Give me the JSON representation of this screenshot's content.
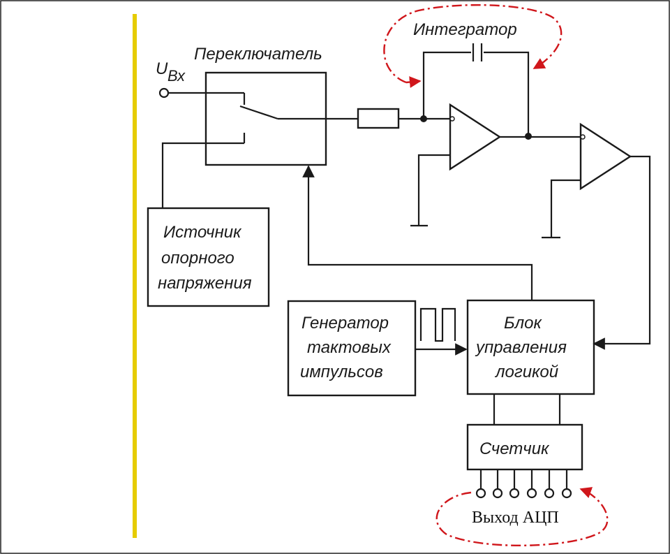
{
  "labels": {
    "input_sub": "Вх",
    "switch": "Переключатель",
    "integrator": "Интегратор",
    "reference_line1": "Источник",
    "reference_line2": "опорного",
    "reference_line3": "напряжения",
    "clock_line1": "Генератор",
    "clock_line2": "тактовых",
    "clock_line3": "импульсов",
    "logic_line1": "Блок",
    "logic_line2": "управления",
    "logic_line3": "логикой",
    "counter": "Счетчик",
    "adc_output": "Выход АЦП"
  },
  "colors": {
    "line": "#1a1a1a",
    "annotation": "#d0161b",
    "divider": "#e6cc00"
  }
}
